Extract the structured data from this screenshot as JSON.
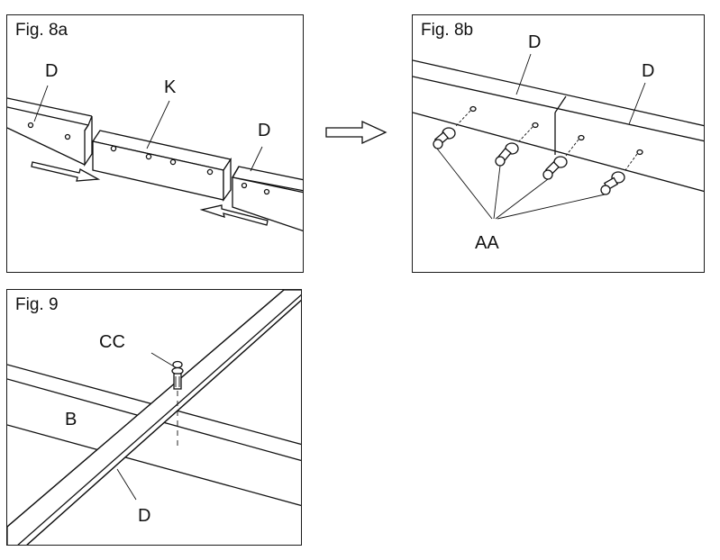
{
  "fig8a": {
    "title": "Fig. 8a",
    "label_d_left": "D",
    "label_k": "K",
    "label_d_right": "D"
  },
  "fig8b": {
    "title": "Fig. 8b",
    "label_d_left": "D",
    "label_d_right": "D",
    "label_aa": "AA"
  },
  "fig9": {
    "title": "Fig. 9",
    "label_cc": "CC",
    "label_b": "B",
    "label_d": "D"
  },
  "icons": {
    "process_arrow": "right-arrow-outline-icon"
  },
  "colors": {
    "ink": "#111111",
    "paper": "#ffffff"
  }
}
